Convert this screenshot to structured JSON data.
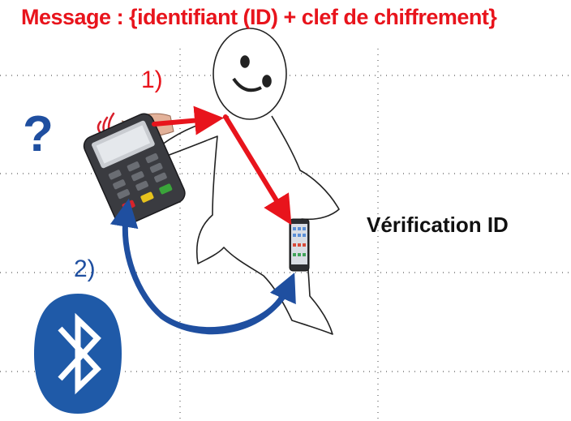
{
  "title": "Message : {identifiant  (ID) + clef de chiffrement}",
  "step1_label": "1)",
  "step2_label": "2)",
  "verification_label": "Vérification ID",
  "question_mark": "?",
  "colors": {
    "title": "#e8141c",
    "red_arrow": "#e8141c",
    "blue_arrow": "#1f4fa0",
    "bluetooth": "#1f5aa8"
  },
  "icons": [
    "contactless-waves-icon",
    "payment-terminal-icon",
    "hand-icon",
    "stick-figure-icon",
    "smartphone-icon",
    "bluetooth-icon"
  ]
}
